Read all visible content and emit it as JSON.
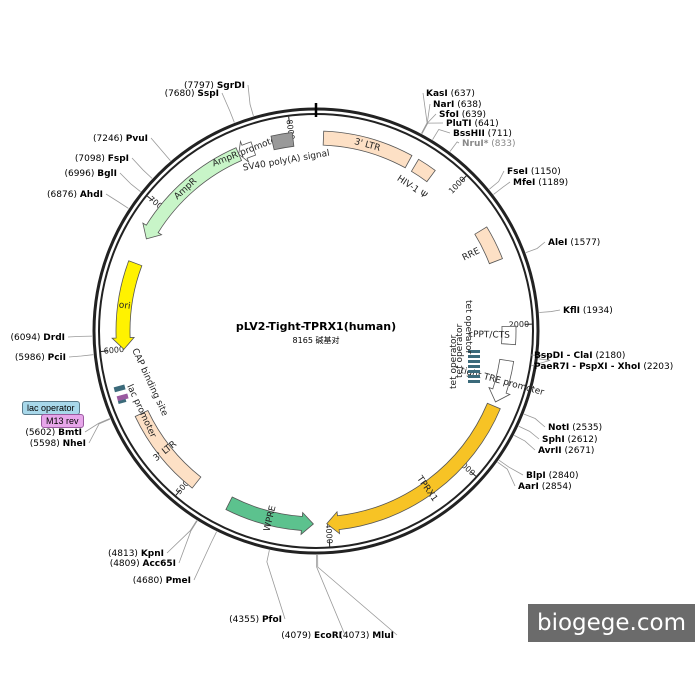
{
  "plasmid": {
    "name": "pLV2-Tight-TPRX1(human)",
    "length_label": "8165 碱基对",
    "total_bp": 8165
  },
  "ticks": [
    "1000",
    "2000",
    "3000",
    "4000",
    "5000",
    "6000",
    "7000",
    "8000"
  ],
  "features": [
    {
      "name": "3' LTR",
      "start": 50,
      "end": 650,
      "color": "#fde0c5",
      "type": "box"
    },
    {
      "name": "HIV-1 Ψ",
      "start": 700,
      "end": 830,
      "color": "#fde0c5",
      "type": "box"
    },
    {
      "name": "RRE",
      "start": 1330,
      "end": 1560,
      "color": "#fde0c5",
      "type": "box"
    },
    {
      "name": "cPPT/CTS",
      "start": 2010,
      "end": 2130,
      "color": "#ffffff",
      "type": "box"
    },
    {
      "name": "tight TRE promoter",
      "start": 2240,
      "end": 2530,
      "color": "#ffffff",
      "type": "arrow"
    },
    {
      "name": "TPRX1",
      "start": 2560,
      "end": 4010,
      "color": "#f7c325",
      "type": "arrow"
    },
    {
      "name": "WPRE",
      "start": 4100,
      "end": 4690,
      "color": "#5cc28e",
      "type": "arrow-rev"
    },
    {
      "name": "3' LTR",
      "start": 4950,
      "end": 5550,
      "color": "#fde0c5",
      "type": "box"
    },
    {
      "name": "ori",
      "start": 6000,
      "end": 6590,
      "color": "#fff200",
      "type": "arrow-rev"
    },
    {
      "name": "AmpR",
      "start": 6770,
      "end": 7630,
      "color": "#c8f5c8",
      "type": "arrow-rev"
    },
    {
      "name": "AmpR promoter",
      "start": 7630,
      "end": 7735,
      "color": "#ffffff",
      "type": "arrow-rev"
    },
    {
      "name": "SV40 poly(A) signal",
      "start": 7870,
      "end": 8010,
      "color": "#999999",
      "type": "box"
    }
  ],
  "inner_labels": {
    "tet_operator_1": "tet operator",
    "tet_operator_2": "tet operator",
    "tet_operator_3": "tet operator",
    "cap_binding_site": "CAP binding site",
    "lac_promoter": "lac promoter"
  },
  "badges": {
    "lac_operator": "lac operator",
    "m13_rev": "M13 rev"
  },
  "sites_right": [
    {
      "name": "KasI",
      "pos": "(637)"
    },
    {
      "name": "NarI",
      "pos": "(638)"
    },
    {
      "name": "SfoI",
      "pos": "(639)"
    },
    {
      "name": "PluTI",
      "pos": "(641)"
    },
    {
      "name": "BssHII",
      "pos": "(711)"
    },
    {
      "name": "NruI*",
      "pos": "(833)"
    },
    {
      "name": "FseI",
      "pos": "(1150)"
    },
    {
      "name": "MfeI",
      "pos": "(1189)"
    },
    {
      "name": "AleI",
      "pos": "(1577)"
    },
    {
      "name": "KflI",
      "pos": "(1934)"
    },
    {
      "name": "BspDI - ClaI",
      "pos": "(2180)"
    },
    {
      "name": "PaeR7I - PspXI - XhoI",
      "pos": "(2203)"
    },
    {
      "name": "NotI",
      "pos": "(2535)"
    },
    {
      "name": "SphI",
      "pos": "(2612)"
    },
    {
      "name": "AvrII",
      "pos": "(2671)"
    },
    {
      "name": "BlpI",
      "pos": "(2840)"
    },
    {
      "name": "AarI",
      "pos": "(2854)"
    },
    {
      "name": "MluI",
      "pos": "(4073)"
    },
    {
      "name": "EcoRI",
      "pos": "(4079)"
    },
    {
      "name": "PfoI",
      "pos": "(4355)"
    }
  ],
  "sites_left": [
    {
      "name": "SgrDI",
      "pos": "(7797)"
    },
    {
      "name": "SspI",
      "pos": "(7680)"
    },
    {
      "name": "PvuI",
      "pos": "(7246)"
    },
    {
      "name": "FspI",
      "pos": "(7098)"
    },
    {
      "name": "BglI",
      "pos": "(6996)"
    },
    {
      "name": "AhdI",
      "pos": "(6876)"
    },
    {
      "name": "DrdI",
      "pos": "(6094)"
    },
    {
      "name": "PciI",
      "pos": "(5986)"
    },
    {
      "name": "BmtI",
      "pos": "(5602)"
    },
    {
      "name": "NheI",
      "pos": "(5598)"
    },
    {
      "name": "KpnI",
      "pos": "(4813)"
    },
    {
      "name": "Acc65I",
      "pos": "(4809)"
    },
    {
      "name": "PmeI",
      "pos": "(4680)"
    }
  ],
  "watermark": "biogege.com"
}
